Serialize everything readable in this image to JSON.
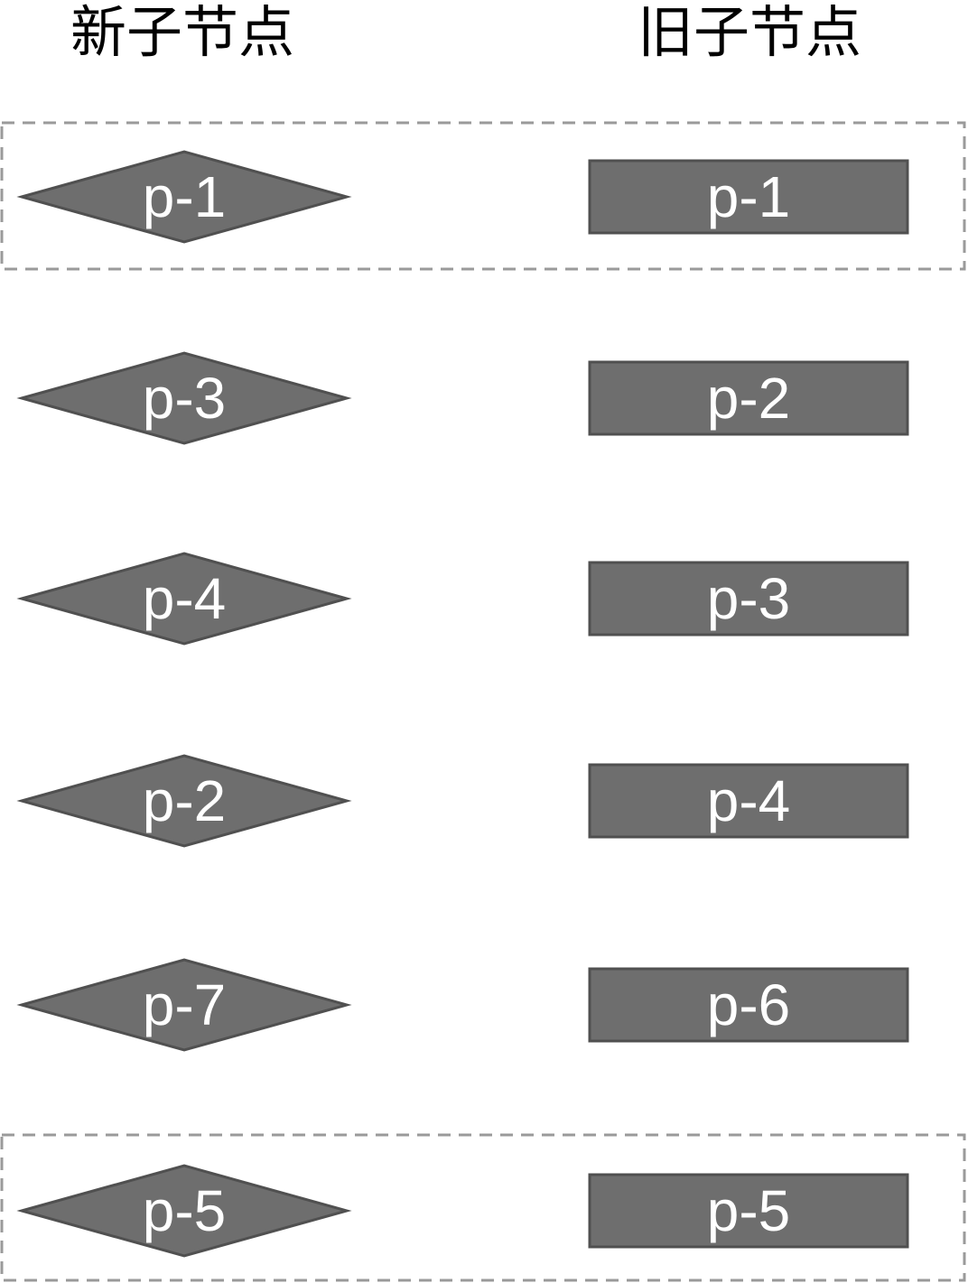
{
  "headings": {
    "new": "新子节点",
    "old": "旧子节点"
  },
  "colors": {
    "node_fill": "#6e6e6e",
    "node_stroke": "#505050",
    "label": "#ffffff",
    "highlight_border": "#9a9a9a"
  },
  "new_children": [
    {
      "label": "p-1",
      "shape": "diamond"
    },
    {
      "label": "p-3",
      "shape": "diamond"
    },
    {
      "label": "p-4",
      "shape": "diamond"
    },
    {
      "label": "p-2",
      "shape": "diamond"
    },
    {
      "label": "p-7",
      "shape": "diamond"
    },
    {
      "label": "p-5",
      "shape": "diamond"
    }
  ],
  "old_children": [
    {
      "label": "p-1",
      "shape": "rectangle"
    },
    {
      "label": "p-2",
      "shape": "rectangle"
    },
    {
      "label": "p-3",
      "shape": "rectangle"
    },
    {
      "label": "p-4",
      "shape": "rectangle"
    },
    {
      "label": "p-6",
      "shape": "rectangle"
    },
    {
      "label": "p-5",
      "shape": "rectangle"
    }
  ],
  "matched_rows": [
    0,
    5
  ]
}
